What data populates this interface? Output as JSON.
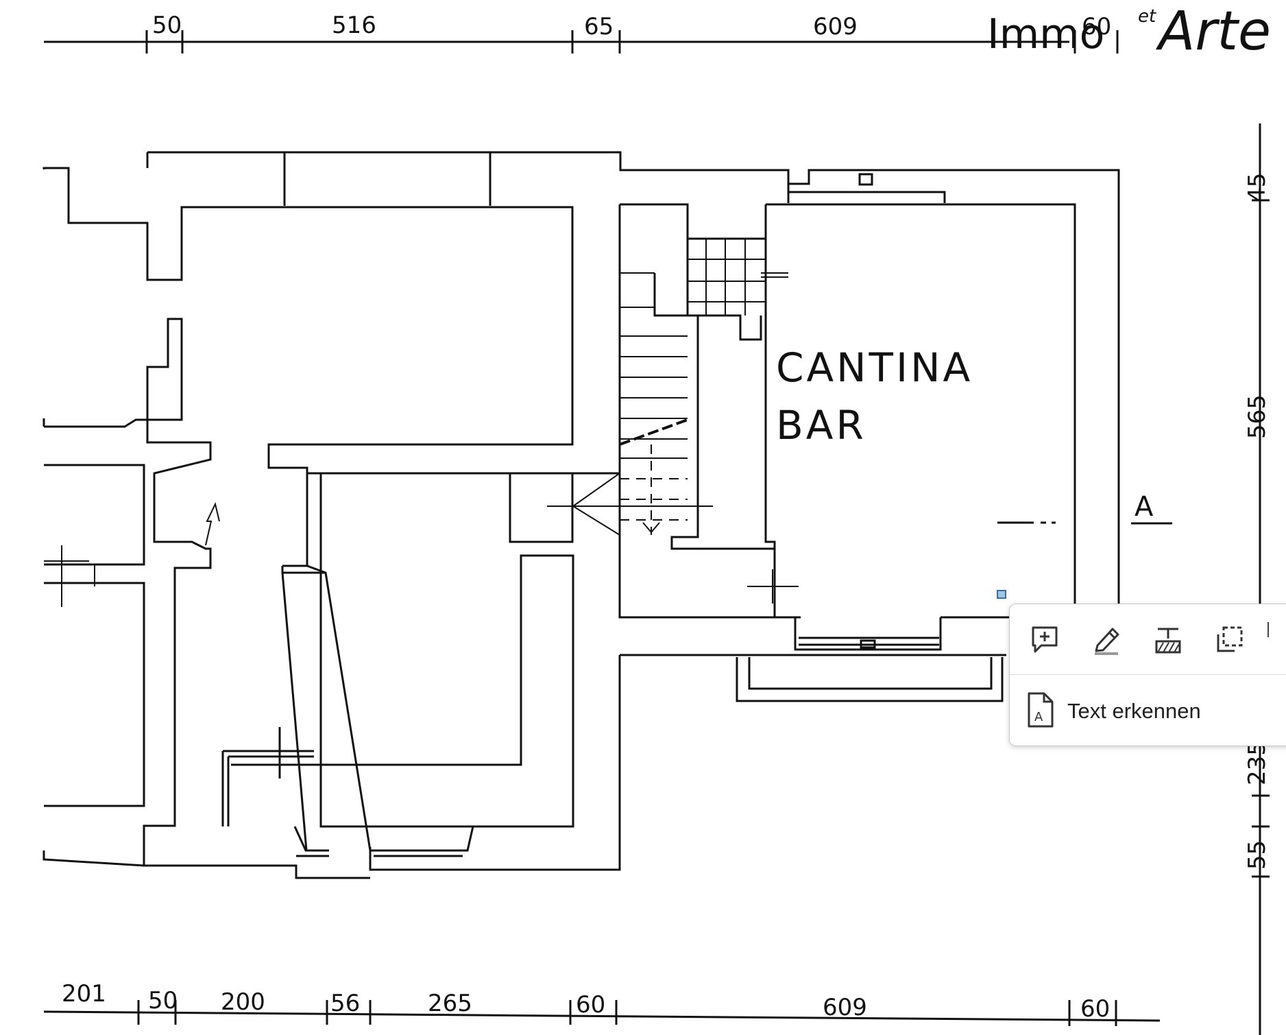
{
  "logo": {
    "name": "Immo",
    "conjunction": "et",
    "suffix": "Arte"
  },
  "dimensions": {
    "top": [
      "50",
      "516",
      "65",
      "609",
      "60"
    ],
    "bottom": [
      "201",
      "50",
      "200",
      "56",
      "265",
      "60",
      "609",
      "60"
    ],
    "right": [
      "45",
      "565",
      "235",
      "55"
    ]
  },
  "room": {
    "line1": "CANTINA",
    "line2": "BAR"
  },
  "section_marker": "A",
  "popup": {
    "tools": [
      {
        "icon": "add-comment-icon"
      },
      {
        "icon": "highlight-pen-icon"
      },
      {
        "icon": "text-highlight-icon"
      },
      {
        "icon": "area-select-icon"
      }
    ],
    "ocr_label": "Text erkennen",
    "ocr_icon": "document-text-icon"
  }
}
